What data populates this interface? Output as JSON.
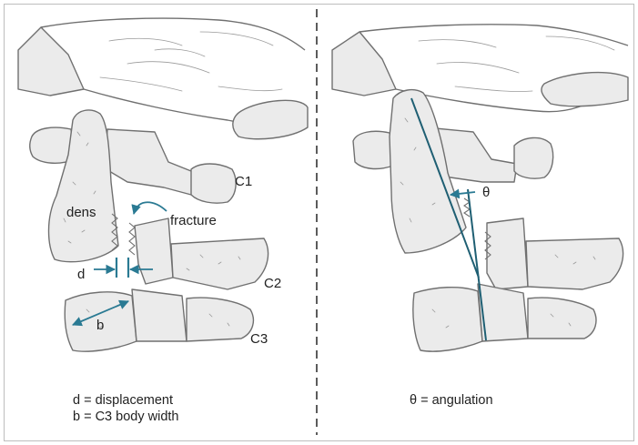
{
  "colors": {
    "accent": "#2a7a93",
    "bone_fill": "#ebebeb",
    "bone_stroke": "#707070",
    "frame": "#bdbdbd",
    "divider": "#333333"
  },
  "left_panel": {
    "labels": {
      "c1": "C1",
      "c2": "C2",
      "c3": "C3",
      "dens": "dens",
      "fracture": "fracture",
      "d": "d",
      "b": "b"
    },
    "legend": {
      "line1": "d = displacement",
      "line2": "b = C3 body width"
    }
  },
  "right_panel": {
    "labels": {
      "theta": "θ"
    },
    "legend": {
      "line1": "θ = angulation"
    }
  }
}
